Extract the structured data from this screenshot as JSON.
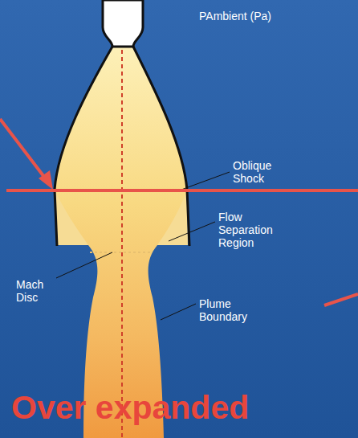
{
  "diagram": {
    "labels": [
      "PAmbient (Pa)",
      "Oblique Shock",
      "Flow Separation Region",
      "Mach Disc",
      "Plume Boundary",
      "Over expanded"
    ]
  }
}
